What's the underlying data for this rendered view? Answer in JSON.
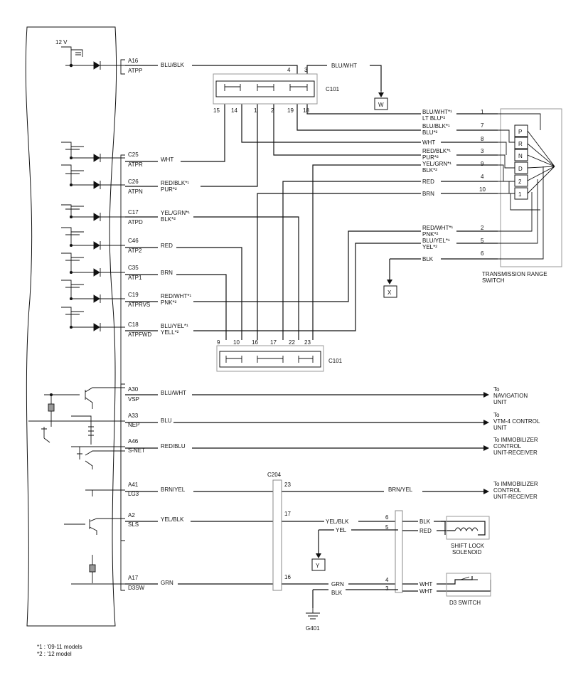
{
  "supply_label": "12 V",
  "ecm_pins": [
    {
      "pin": "A16",
      "name": "ATPP",
      "wire": "BLU/BLK"
    },
    {
      "pin": "C25",
      "name": "ATPR",
      "wire": "WHT"
    },
    {
      "pin": "C26",
      "name": "ATPN",
      "wire": "RED/BLK*¹",
      "wire2": "PUR*²"
    },
    {
      "pin": "C17",
      "name": "ATPD",
      "wire": "YEL/GRN*¹",
      "wire2": "BLK*²"
    },
    {
      "pin": "C46",
      "name": "ATP2",
      "wire": "RED"
    },
    {
      "pin": "C35",
      "name": "ATP1",
      "wire": "BRN"
    },
    {
      "pin": "C19",
      "name": "ATPRVS",
      "wire": "RED/WHT*¹",
      "wire2": "PNK*²"
    },
    {
      "pin": "C18",
      "name": "ATPFWD",
      "wire": "BLU/YEL*¹",
      "wire2": "YELL*²"
    },
    {
      "pin": "A30",
      "name": "VSP",
      "wire": "BLU/WHT"
    },
    {
      "pin": "A33",
      "name": "NEP",
      "wire": "BLU"
    },
    {
      "pin": "A46",
      "name": "S-NET",
      "wire": "RED/BLU"
    },
    {
      "pin": "A41",
      "name": "LG3",
      "wire": "BRN/YEL"
    },
    {
      "pin": "A2",
      "name": "SLS",
      "wire": "YEL/BLK"
    },
    {
      "pin": "A17",
      "name": "D3SW",
      "wire": "GRN"
    }
  ],
  "c101_top": {
    "label": "C101",
    "pins": [
      "15",
      "14",
      "1",
      "2",
      "19",
      "18"
    ],
    "pin4": "4",
    "pin3": "3",
    "wire3": "BLU/WHT"
  },
  "c101_bottom": {
    "label": "C101",
    "pins": [
      "9",
      "10",
      "16",
      "17",
      "22",
      "23"
    ]
  },
  "w_ref": "W",
  "x_ref": "X",
  "y_ref": "Y",
  "trs_wires": [
    {
      "label": "BLU/WHT*¹",
      "label2": "LT BLU*²",
      "num": "1"
    },
    {
      "label": "BLU/BLK*¹",
      "label2": "BLU*²",
      "num": "7"
    },
    {
      "label": "WHT",
      "num": "8"
    },
    {
      "label": "RED/BLK*¹",
      "label2": "PUR*²",
      "num": "3"
    },
    {
      "label": "YEL/GRN*¹",
      "label2": "BLK*²",
      "num": "9"
    },
    {
      "label": "RED",
      "num": "4"
    },
    {
      "label": "BRN",
      "num": "10"
    },
    {
      "label": "RED/WHT*¹",
      "label2": "PNK*²",
      "num": "2"
    },
    {
      "label": "BLU/YEL*¹",
      "label2": "YEL*²",
      "num": "5"
    },
    {
      "label": "BLK",
      "num": "6"
    }
  ],
  "trs_positions": [
    "P",
    "R",
    "N",
    "D",
    "2",
    "1"
  ],
  "trs_title": "TRANSMISSION RANGE",
  "trs_title2": "SWITCH",
  "destinations": [
    {
      "l1": "To",
      "l2": "NAVIGATION",
      "l3": "UNIT"
    },
    {
      "l1": "To",
      "l2": "VTM-4 CONTROL",
      "l3": "UNIT"
    },
    {
      "l1": "To IMMOBILIZER",
      "l2": "CONTROL",
      "l3": "UNIT-RECEIVER"
    },
    {
      "l1": "To IMMOBILIZER",
      "l2": "CONTROL",
      "l3": "UNIT-RECEIVER"
    }
  ],
  "c204": {
    "label": "C204",
    "pins": [
      "23",
      "17",
      "16"
    ],
    "brnyel": "BRN/YEL"
  },
  "shift_lock": {
    "wire_in": "YEL/BLK",
    "wire_yel": "YEL",
    "pin6": "6",
    "pin5": "5",
    "out6": "BLK",
    "out5": "RED",
    "title": "SHIFT LOCK",
    "title2": "SOLENOID"
  },
  "d3": {
    "wire_grn": "GRN",
    "wire_blk": "BLK",
    "pin4": "4",
    "pin3": "3",
    "out4": "WHT",
    "out3": "WHT",
    "title": "D3 SWITCH"
  },
  "ground": "G401",
  "notes": [
    "*1 : '09-11 models",
    "*2 : '12 model"
  ]
}
